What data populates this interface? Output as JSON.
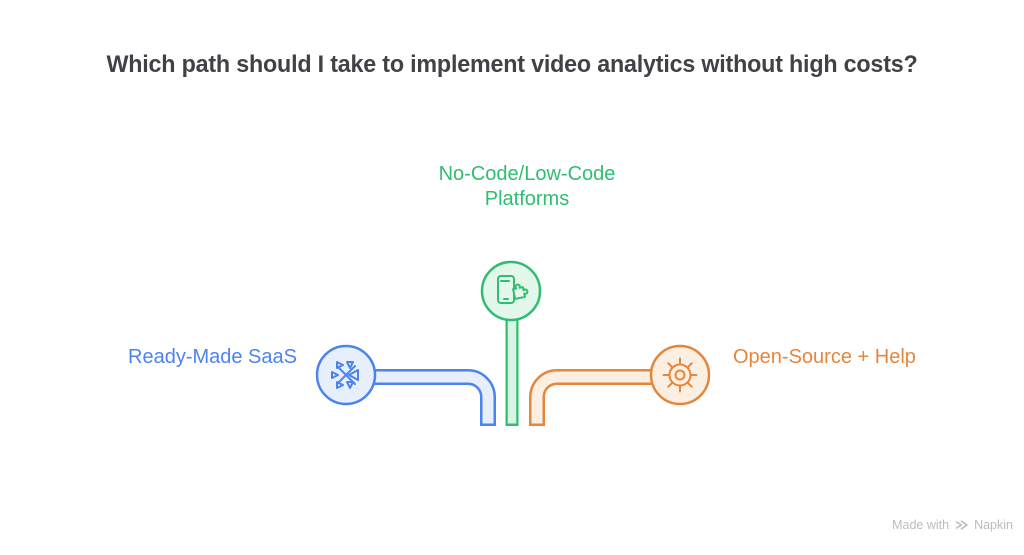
{
  "title": {
    "text": "Which path should I take to implement video analytics without high costs?"
  },
  "colors": {
    "title-color": "#3F4247",
    "green": "#2FBE71",
    "green-fill": "#E4F7EB",
    "green-stem-fill": "#DBF3E4",
    "blue": "#4D83EC",
    "blue-fill": "#E7EEFC",
    "orange": "#E6863B",
    "orange-fill": "#FBEFE2",
    "watermark": "#B9BCC0"
  },
  "branches": {
    "nocode": {
      "label": "No-Code/Low-Code Platforms",
      "label_line1": "No-Code/Low-Code",
      "label_line2": "Platforms",
      "icon": "smartphone-puzzle-icon",
      "color": "#2FBE71"
    },
    "saas": {
      "label": "Ready-Made SaaS",
      "icon": "snowflake-icon",
      "color": "#4D83EC"
    },
    "opensource": {
      "label": "Open-Source + Help",
      "icon": "helm-icon",
      "color": "#E6863B"
    }
  },
  "watermark": {
    "text_prefix": "Made with",
    "brand": "Napkin"
  }
}
